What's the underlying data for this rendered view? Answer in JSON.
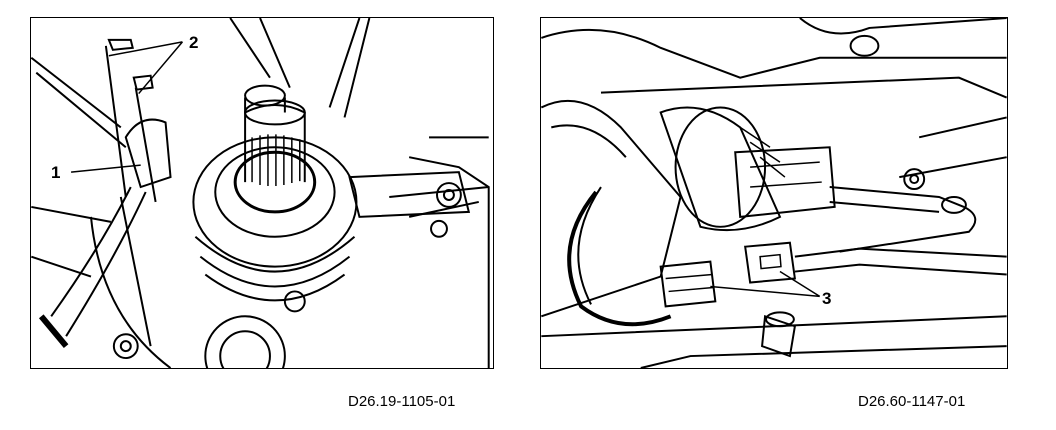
{
  "figures": [
    {
      "caption": "D26.19-1105-01",
      "callouts": [
        "1",
        "2"
      ]
    },
    {
      "caption": "D26.60-1147-01",
      "callouts": [
        "3"
      ]
    }
  ],
  "colors": {
    "ink": "#000000",
    "paper": "#ffffff"
  }
}
